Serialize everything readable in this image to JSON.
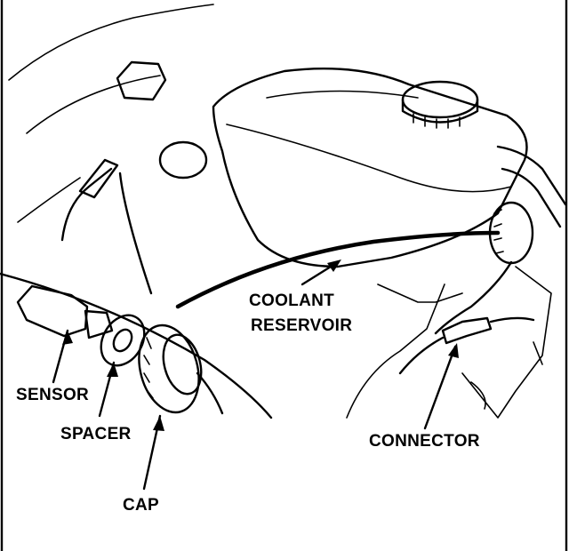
{
  "labels": {
    "sensor": "SENSOR",
    "spacer": "SPACER",
    "cap": "CAP",
    "coolant_line1": "COOLANT",
    "coolant_line2": "RESERVOIR",
    "connector": "CONNECTOR"
  }
}
